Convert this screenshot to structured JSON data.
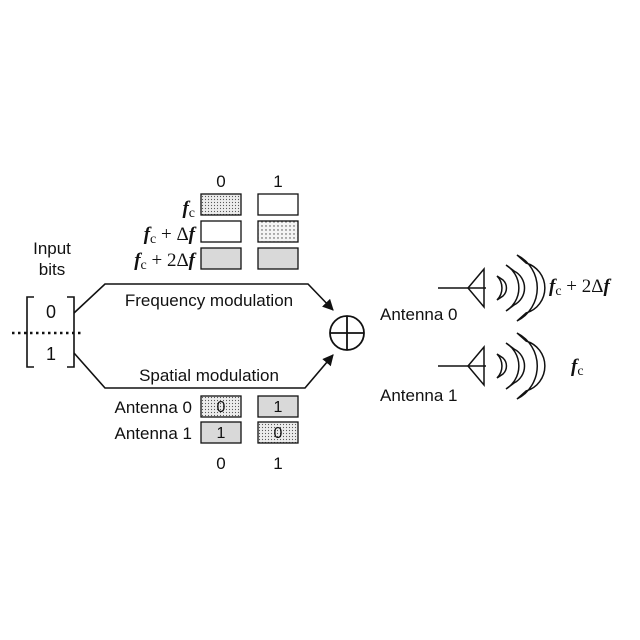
{
  "input_bits": {
    "label_line1": "Input",
    "label_line2": "bits",
    "bit_top": "0",
    "bit_bottom": "1"
  },
  "frequency_modulation": {
    "label": "Frequency modulation",
    "column_headers": [
      "0",
      "1"
    ],
    "rows": [
      {
        "f": "f",
        "sub": "c",
        "offset": ""
      },
      {
        "f": "f",
        "sub": "c",
        "offset": " + Δ",
        "offset_f": "f"
      },
      {
        "f": "f",
        "sub": "c",
        "offset": " + 2Δ",
        "offset_f": "f"
      }
    ]
  },
  "spatial_modulation": {
    "label": "Spatial modulation",
    "column_headers": [
      "0",
      "1"
    ],
    "rows": [
      {
        "label": "Antenna 0",
        "cells": [
          "0",
          "1"
        ]
      },
      {
        "label": "Antenna 1",
        "cells": [
          "1",
          "0"
        ]
      }
    ]
  },
  "antennas": [
    {
      "label": "Antenna 0",
      "freq_f": "f",
      "freq_sub": "c",
      "freq_offset": " + 2Δ",
      "freq_offset_f": "f"
    },
    {
      "label": "Antenna 1",
      "freq_f": "f",
      "freq_sub": "c",
      "freq_offset": "",
      "freq_offset_f": ""
    }
  ],
  "colors": {
    "line": "#111111",
    "cell_fill_gray": "#d9d9d9",
    "cell_fill_dotted": "#e6e6e6"
  }
}
